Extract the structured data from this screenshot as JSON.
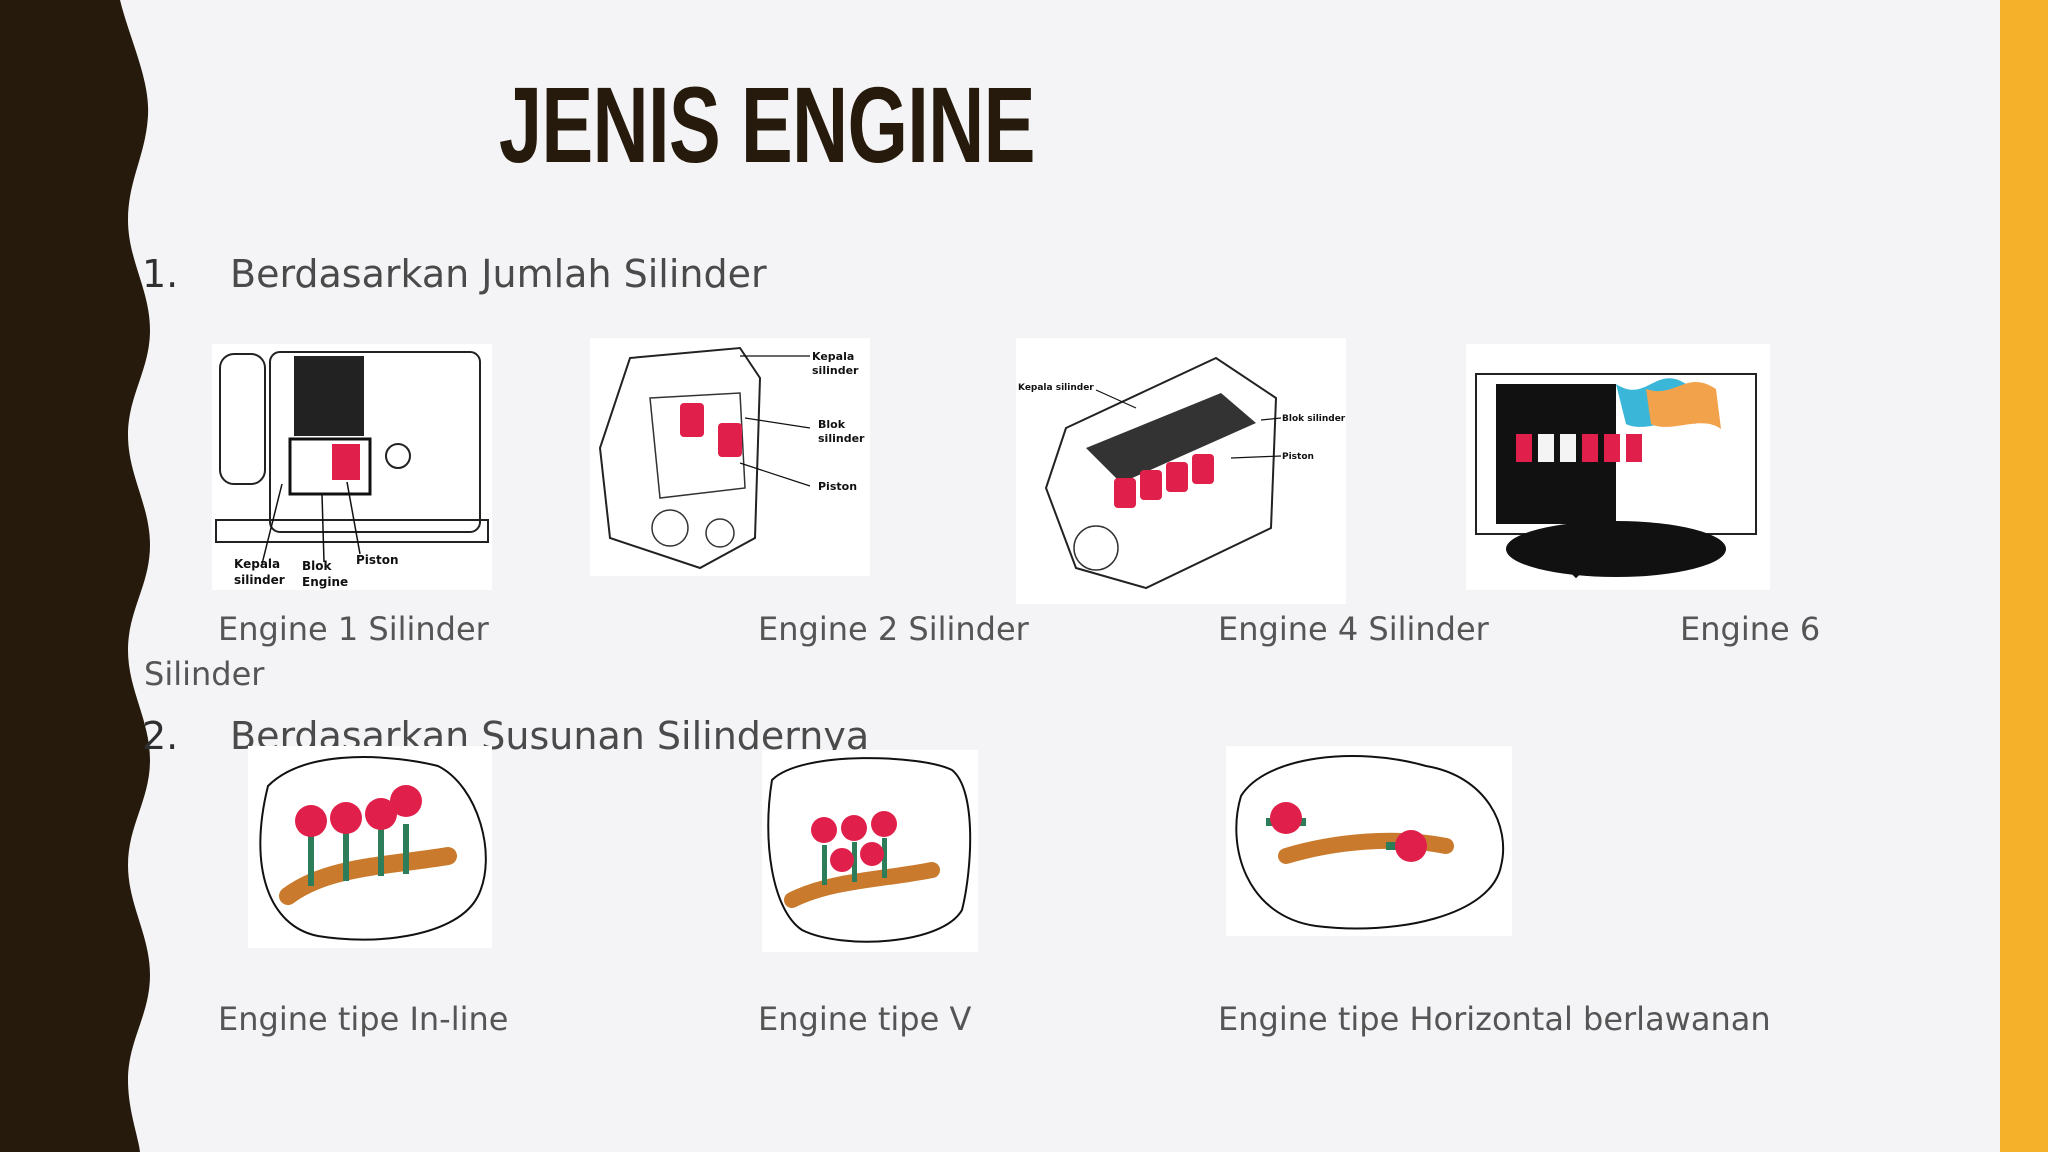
{
  "title": "JENIS ENGINE",
  "colors": {
    "dark": "#261a0c",
    "accent": "#f6b12a",
    "background": "#f4f4f6",
    "piston": "#e0204a"
  },
  "section1": {
    "number": "1.",
    "heading": "Berdasarkan Jumlah Silinder",
    "captions": [
      "Engine 1 Silinder",
      "Engine 2 Silinder",
      "Engine 4 Silinder",
      "Engine 6",
      "Silinder"
    ],
    "labels": {
      "img1": [
        "Kepala",
        "silinder",
        "Blok",
        "Engine",
        "Piston"
      ],
      "img2": [
        "Kepala",
        "silinder",
        "Blok",
        "silinder",
        "Piston"
      ],
      "img3": [
        "Kepala silinder",
        "Blok silinder",
        "Piston"
      ]
    }
  },
  "section2": {
    "number": "2.",
    "heading": "Berdasarkan Susunan Silindernya",
    "captions": [
      "Engine tipe In-line",
      "Engine tipe V",
      "Engine tipe Horizontal berlawanan"
    ]
  }
}
